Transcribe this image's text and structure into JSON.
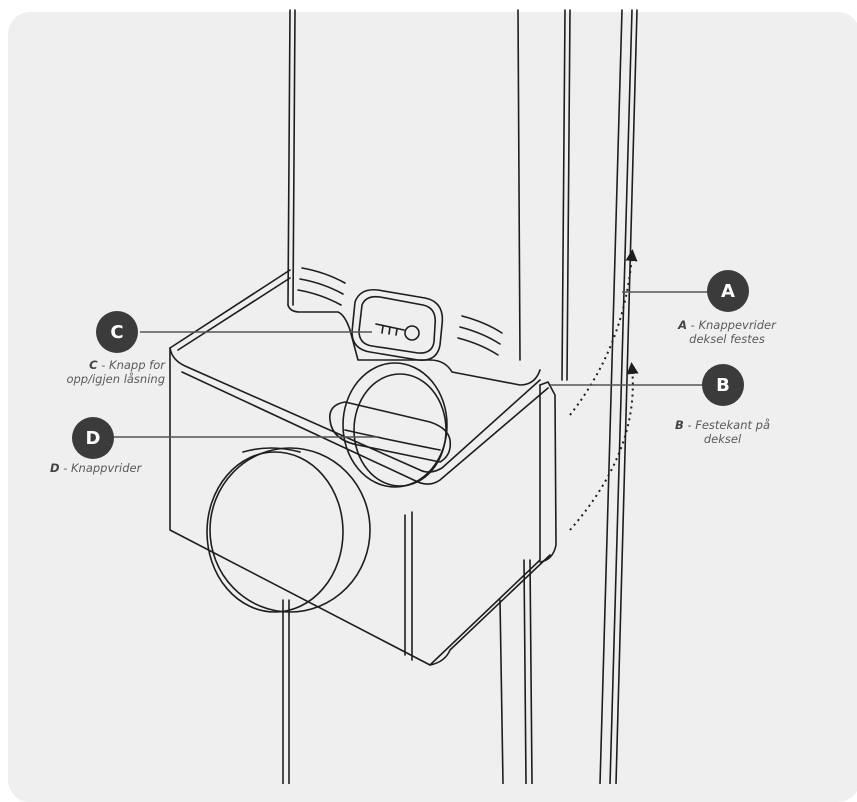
{
  "colors": {
    "panel": "#efefef",
    "badge": "#3b3b3b",
    "badge_text": "#ffffff",
    "caption_text": "#5a5a5a",
    "line": "#1e1e1e",
    "leader": "#555555"
  },
  "callouts": [
    {
      "letter": "A",
      "caption_prefix": "A",
      "caption_text": " - Knappevrider deksel festes"
    },
    {
      "letter": "B",
      "caption_prefix": "B",
      "caption_text": " - Festekant på deksel"
    },
    {
      "letter": "C",
      "caption_prefix": "C",
      "caption_text": " - Knapp for opp/igjen låsning"
    },
    {
      "letter": "D",
      "caption_prefix": "D",
      "caption_text": " - Knappvrider"
    }
  ]
}
